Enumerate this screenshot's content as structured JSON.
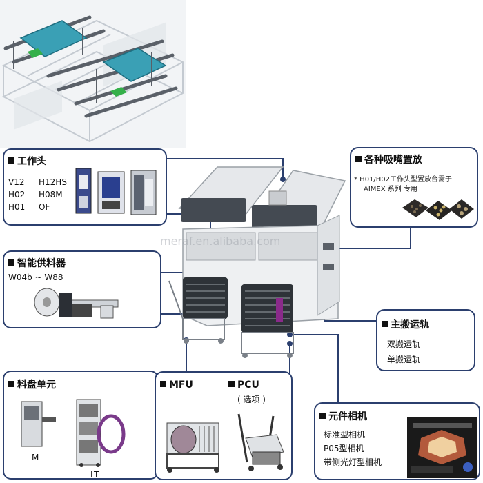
{
  "watermark": "meraf.en.alibaba.com",
  "panels": {
    "head": {
      "title": "工作头",
      "models": [
        "V12",
        "H12HS",
        "H02",
        "H08M",
        "H01",
        "OF"
      ]
    },
    "nozzle": {
      "title": "各种吸嘴置放",
      "note_line1": "* H01/H02工作头型置放台需于",
      "note_line2": "AIMEX 系列 专用"
    },
    "feeder": {
      "title": "智能供料器",
      "range": "W04b ~ W88"
    },
    "conveyor": {
      "title": "主搬运轨",
      "items": [
        "双搬运轨",
        "单搬运轨"
      ]
    },
    "tray": {
      "title": "料盘单元",
      "label_m": "M",
      "label_lt": "LT"
    },
    "mfu_pcu": {
      "title_mfu": "MFU",
      "title_pcu": "PCU",
      "pcu_note": "( 选项 )"
    },
    "camera": {
      "title": "元件相机",
      "items": [
        "标准型相机",
        "P05型相机",
        "带侧光灯型相机"
      ]
    }
  }
}
